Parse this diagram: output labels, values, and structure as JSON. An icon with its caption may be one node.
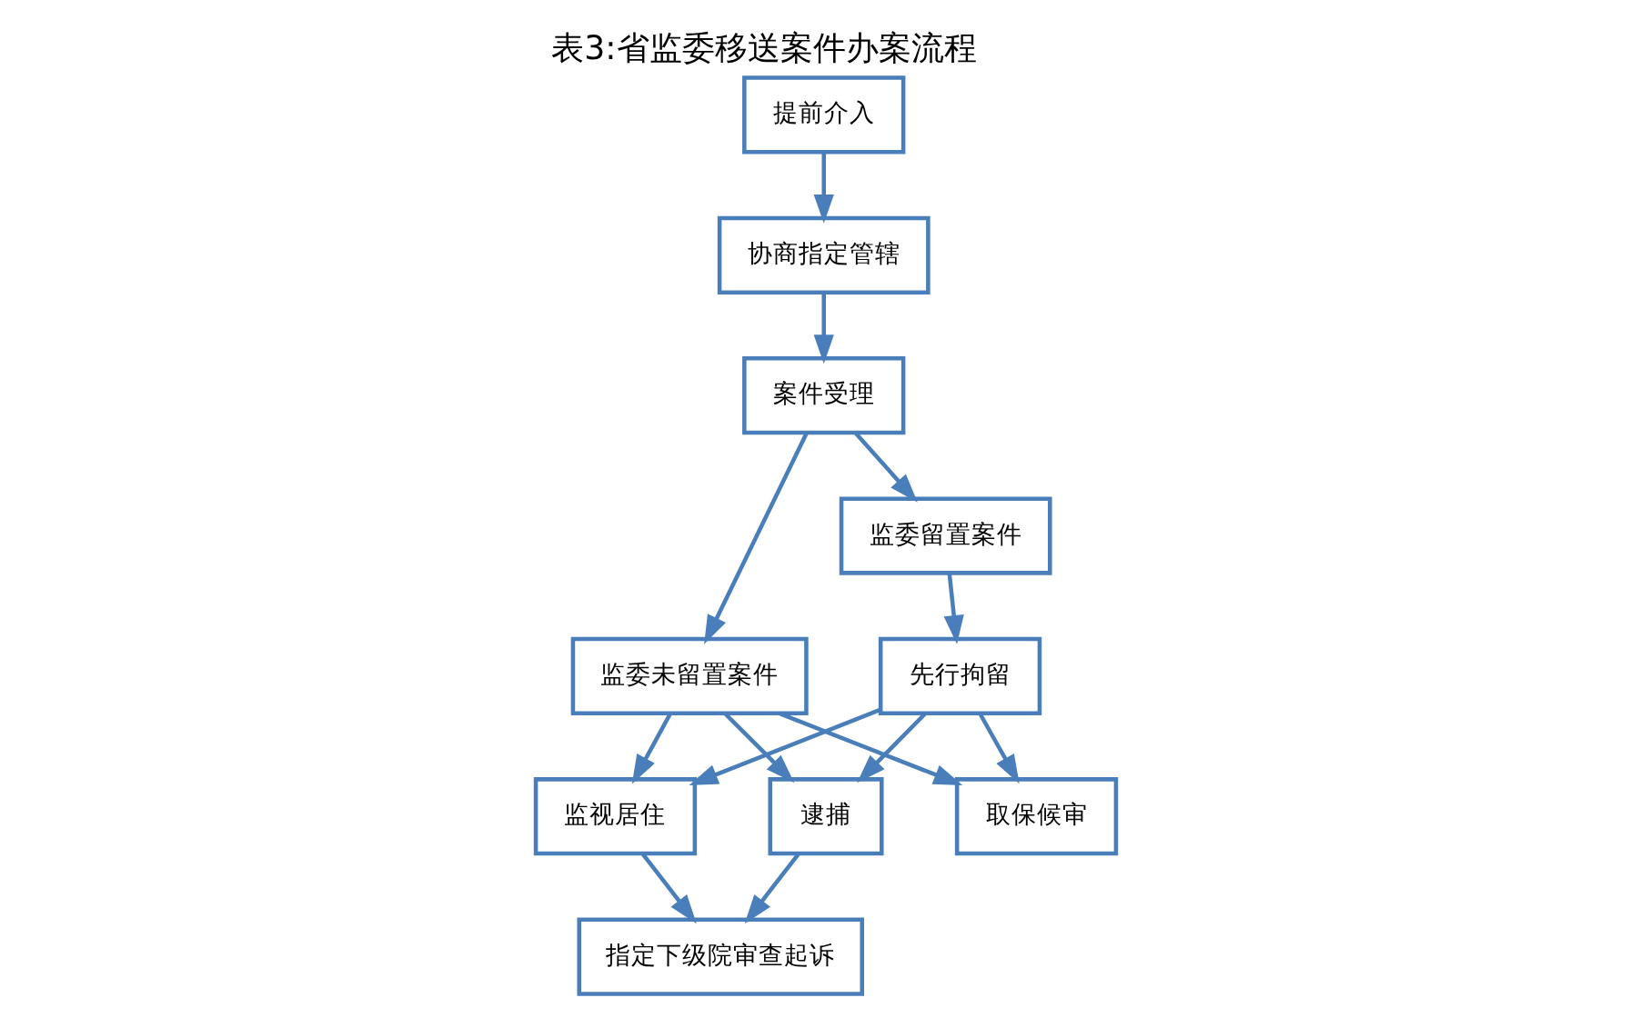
{
  "diagram": {
    "title": "表3:省监委移送案件办案流程",
    "nodes": [
      {
        "text": [
          "提前介入"
        ]
      },
      {
        "text": [
          "协商指定管辖"
        ]
      },
      {
        "text": [
          "案件受理"
        ]
      },
      {
        "text": [
          "监委留置案件"
        ]
      },
      {
        "text": [
          "监委未留置案件"
        ]
      },
      {
        "text": [
          "先行拘留"
        ]
      },
      {
        "text": [
          "逮捕"
        ]
      },
      {
        "text": [
          "取保候审"
        ]
      },
      {
        "text": [
          "监视居住"
        ]
      },
      {
        "text": [
          "指定下级院审查起诉"
        ]
      }
    ],
    "edges": [
      {
        "from": 0,
        "to": 1,
        "arrow": "to"
      },
      {
        "from": 1,
        "to": 2,
        "arrow": "to"
      },
      {
        "from": 2,
        "to": 3,
        "arrow": "to"
      },
      {
        "from": 2,
        "to": 4,
        "arrow": "to"
      },
      {
        "from": 3,
        "to": 5,
        "arrow": "to"
      },
      {
        "from": 5,
        "to": 6,
        "arrow": "to"
      },
      {
        "from": 5,
        "to": 7,
        "arrow": "to"
      },
      {
        "from": 5,
        "to": 8,
        "arrow": "to"
      },
      {
        "from": 4,
        "to": 6,
        "arrow": "to"
      },
      {
        "from": 4,
        "to": 7,
        "arrow": "to"
      },
      {
        "from": 4,
        "to": 8,
        "arrow": "to"
      },
      {
        "from": 6,
        "to": 9,
        "arrow": "to"
      },
      {
        "from": 8,
        "to": 9,
        "arrow": "to"
      }
    ]
  }
}
